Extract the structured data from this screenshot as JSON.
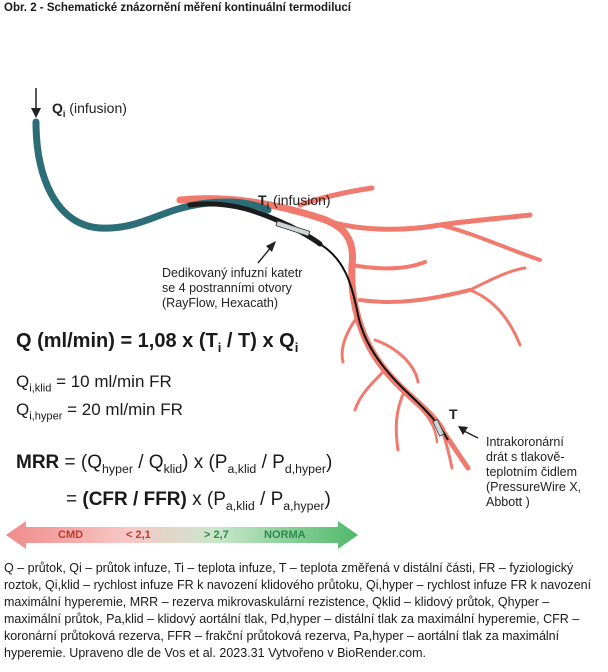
{
  "figure_title": "Obr. 2 - Schematické znázornění měření kontinuální termodilucí",
  "labels": {
    "qi_sym": "Q",
    "qi_sub": "i",
    "qi_text": " (infusion)",
    "ti_sym": "T",
    "ti_sub": "i",
    "ti_text": " (infusion)",
    "t_sym": "T"
  },
  "catheter_note": [
    "Dedikovaný infuzní katetr",
    "se 4 postranními otvory",
    "(RayFlow, Hexacath)"
  ],
  "wire_note": [
    "Intrakoronární",
    "drát s tlakově-",
    "teplotním čidlem",
    "(PressureWire X,",
    "Abbott )"
  ],
  "equations": {
    "q_main_a": "Q (ml/min)  = 1,08 x (T",
    "q_main_b": " / T) x Q",
    "sub_i": "i",
    "qklid_sym": "Q",
    "qklid_sub": "i,klid",
    "qklid_val": " = 10 ml/min FR",
    "qhyper_sym": "Q",
    "qhyper_sub": "i,hyper",
    "qhyper_val": " = 20 ml/min FR",
    "mrr_head": "MRR",
    "mrr_eq": " = (Q",
    "sub_hyper": "hyper",
    "mrr_div": " / Q",
    "sub_klid": "klid",
    "mrr_x": ") x (P",
    "sub_aklid": "a,klid",
    "mrr_div2": " / P",
    "sub_dhyper": "d,hyper",
    "close": ")",
    "eq2_a": "= ",
    "eq2_bold": "(CFR / FFR)",
    "eq2_b": " x (P",
    "sub_ahyper": "a,hyper"
  },
  "scale_bar": {
    "left_label": "CMD",
    "left_value": "< 2,1",
    "right_value": "> 2,7",
    "right_label": "NORMA",
    "colors": {
      "left": "#ef8b8b",
      "right": "#4fb86a"
    }
  },
  "legend": {
    "text": "Q – průtok, Qi – průtok infuze, Ti – teplota infuze, T – teplota změřená v distální části, FR – fyziologický roztok, Qi,klid – rychlost infuze FR k navození klidového průtoku, Qi,hyper – rychlost infuze FR k navození maximální hyperemie, MRR – rezerva mikrovaskulární rezistence, Qklid – klidový průtok, Qhyper – maximální průtok, Pa,klid – klidový aortální tlak, Pd,hyper – distální tlak za maximální hyperemie, CFR – koronární průtoková rezerva, FFR – frakční průtoková rezerva, Pa,hyper – aortální tlak za maximální hyperemie. Upraveno dle de Vos et al. 2023.31 Vytvořeno v BioRender.com."
  }
}
